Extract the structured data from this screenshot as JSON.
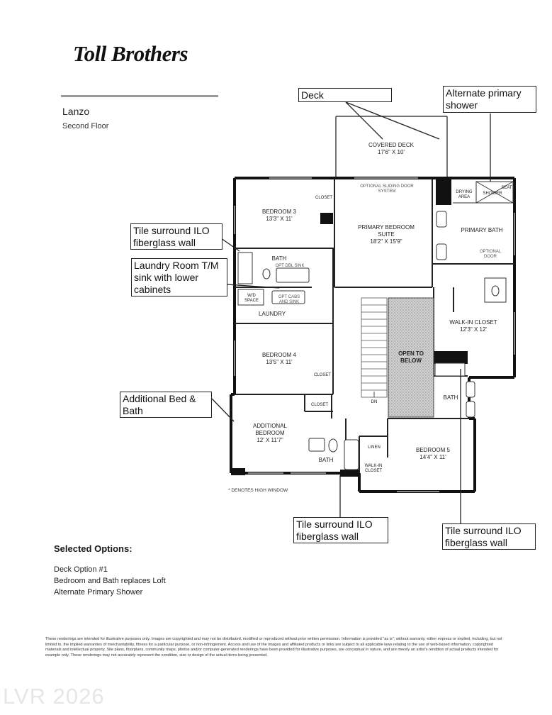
{
  "header": {
    "brand": "Toll Brothers",
    "plan_name": "Lanzo",
    "floor": "Second Floor"
  },
  "callouts": {
    "deck": "Deck",
    "alternate_shower": "Alternate primary shower",
    "tile_surround_top": "Tile surround ILO fiberglass wall",
    "laundry_sink": "Laundry Room T/M sink with lower cabinets",
    "additional_bed_bath": "Additional Bed & Bath",
    "tile_surround_bottom_left": "Tile surround ILO fiberglass wall",
    "tile_surround_bottom_right": "Tile surround ILO fiberglass wall"
  },
  "rooms": {
    "covered_deck": {
      "name": "COVERED DECK",
      "size": "17'6\" X 10'"
    },
    "bedroom3": {
      "name": "BEDROOM 3",
      "size": "13'3\" X 11'"
    },
    "primary_suite": {
      "name": "PRIMARY BEDROOM SUITE",
      "size": "18'2\" X 15'9\""
    },
    "primary_bath": {
      "name": "PRIMARY BATH"
    },
    "drying_area": "DRYING AREA",
    "shower": "SHOWER",
    "seat": "SEAT",
    "walk_in_closet": {
      "name": "WALK-IN CLOSET",
      "size": "12'3\" X 12'"
    },
    "bath_top": "BATH",
    "laundry": "LAUNDRY",
    "wd_space": "W/D SPACE",
    "bedroom4": {
      "name": "BEDROOM 4",
      "size": "13'5\" X 11'"
    },
    "open_to_below": "OPEN TO BELOW",
    "additional_bedroom": {
      "name": "ADDITIONAL BEDROOM",
      "size": "12' X 11'7\""
    },
    "bath_bottom": "BATH",
    "bath_right": "BATH",
    "bedroom5": {
      "name": "BEDROOM 5",
      "size": "14'4\" X 11'"
    },
    "closet_b3": "CLOSET",
    "closet_b4": "CLOSET",
    "closet_add": "CLOSET",
    "linen": "LINEN",
    "walkin_closet_small": "WALK-IN CLOSET",
    "dn": "DN",
    "sliding_door": "OPTIONAL SLIDING DOOR SYSTEM",
    "opt_sink": "OPT DBL SINK",
    "opt_cabs": "OPT CABS AND SINK",
    "optional_door": "OPTIONAL DOOR",
    "high_window_note": "DENOTES HIGH WINDOW"
  },
  "selected_options": {
    "title": "Selected Options:",
    "items": [
      "Deck Option #1",
      "Bedroom and Bath replaces Loft",
      "Alternate Primary Shower"
    ]
  },
  "disclaimer": "These renderings are intended for illustrative purposes only. Images are copyrighted and may not be distributed, modified or reproduced without prior written permission. Information is provided \"as is\", without warranty, either express or implied, including, but not limited to, the implied warranties of merchantability, fitness for a particular purpose, or non-infringement. Access and use of the images and affiliated products or links are subject to all applicable laws relating to the use of web-based information, copyrighted materials and intellectual property. Site plans, floorplans, community maps, photos and/or computer-generated renderings have been provided for illustrative purposes, are conceptual in nature, and are merely an artist's rendition of actual products intended for example only. These renderings may not accurately represent the condition, size or design of the actual items being presented.",
  "watermark": "LVR 2026"
}
